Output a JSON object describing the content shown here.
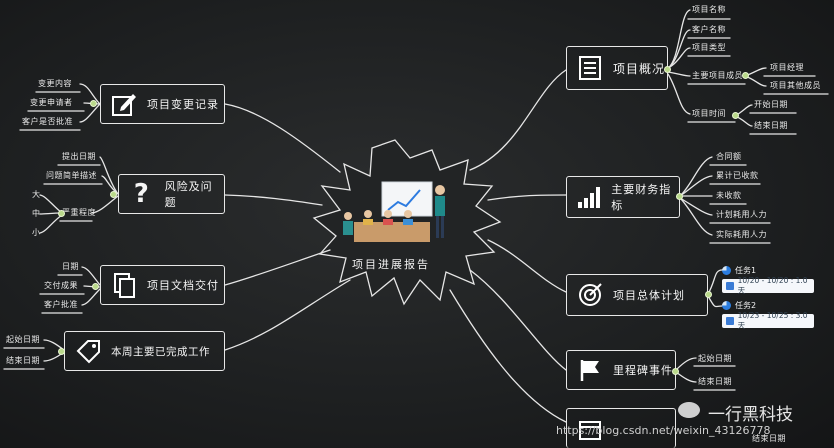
{
  "center": {
    "title": "项目进展报告"
  },
  "right_branches": {
    "overview": {
      "title": "项目概况",
      "items": [
        "项目名称",
        "客户名称",
        "项目类型",
        "主要项目成员",
        "项目时间"
      ],
      "members": [
        "项目经理",
        "项目其他成员"
      ],
      "time": [
        "开始日期",
        "结束日期"
      ]
    },
    "finance": {
      "title": "主要财务指标",
      "items": [
        "合同额",
        "累计已收款",
        "未收款",
        "计划耗用人力",
        "实际耗用人力"
      ]
    },
    "plan": {
      "title": "项目总体计划",
      "tasks": [
        {
          "name": "任务1",
          "range": "10/20 - 10/20 : 1.0 天"
        },
        {
          "name": "任务2",
          "range": "10/23 - 10/25 : 3.0 天"
        }
      ]
    },
    "milestone": {
      "title": "里程碑事件",
      "items": [
        "起始日期",
        "结束日期"
      ]
    },
    "bottom": {
      "items": [
        "结束日期"
      ]
    }
  },
  "left_branches": {
    "changes": {
      "title": "项目变更记录",
      "items": [
        "变更内容",
        "变更申请者",
        "客户是否批准"
      ]
    },
    "risks": {
      "title": "风险及问题",
      "items": [
        "提出日期",
        "问题简单描述",
        "严重程度"
      ],
      "severity": [
        "大",
        "中",
        "小"
      ]
    },
    "docs": {
      "title": "项目文档交付",
      "items": [
        "日期",
        "交付成果",
        "客户批准"
      ]
    },
    "weekly": {
      "title": "本周主要已完成工作",
      "items": [
        "起始日期",
        "结束日期"
      ]
    }
  },
  "watermark": {
    "brand": "一行黑科技",
    "url": "https://blog.csdn.net/weixin_43126778"
  },
  "colors": {
    "background": "#1c1e1f",
    "line": "#e8e8e8",
    "node_dot": "#b9d98a"
  }
}
